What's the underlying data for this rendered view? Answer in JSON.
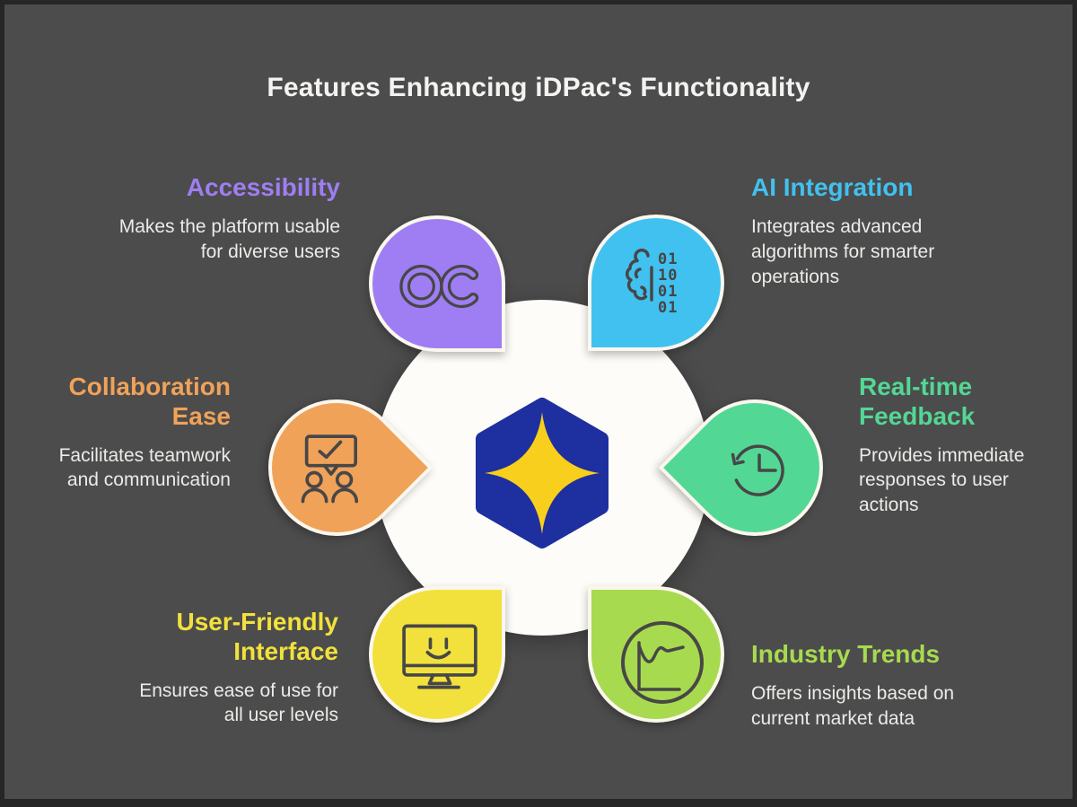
{
  "title": "Features Enhancing iDPac's Functionality",
  "center": {
    "hexagon_color": "#1e2f9f",
    "star_color": "#f8cf1c",
    "circle_color": "#fdfcf8"
  },
  "background_color": "#4c4c4c",
  "frame_color": "#262626",
  "features": [
    {
      "id": "accessibility",
      "label": "Accessibility",
      "description": "Makes the platform usable for diverse users",
      "color": "#9e7ef2",
      "icon": "accessibility-oc-icon"
    },
    {
      "id": "ai-integration",
      "label": "AI Integration",
      "description": "Integrates advanced algorithms for smarter operations",
      "color": "#41c1ef",
      "icon": "ai-brain-binary-icon",
      "binary": [
        "01",
        "10",
        "01",
        "01"
      ]
    },
    {
      "id": "collaboration-ease",
      "label": "Collaboration Ease",
      "description": "Facilitates teamwork and communication",
      "color": "#f0a259",
      "icon": "teamwork-chat-icon"
    },
    {
      "id": "real-time-feedback",
      "label": "Real-time Feedback",
      "description": "Provides immediate responses to user actions",
      "color": "#53d795",
      "icon": "history-clock-icon"
    },
    {
      "id": "user-friendly-interface",
      "label": "User-Friendly Interface",
      "description": "Ensures ease of use for all user levels",
      "color": "#f2e13c",
      "icon": "smiley-monitor-icon"
    },
    {
      "id": "industry-trends",
      "label": "Industry Trends",
      "description": "Offers insights based on current market data",
      "color": "#a8da4f",
      "icon": "trend-chart-icon"
    }
  ]
}
